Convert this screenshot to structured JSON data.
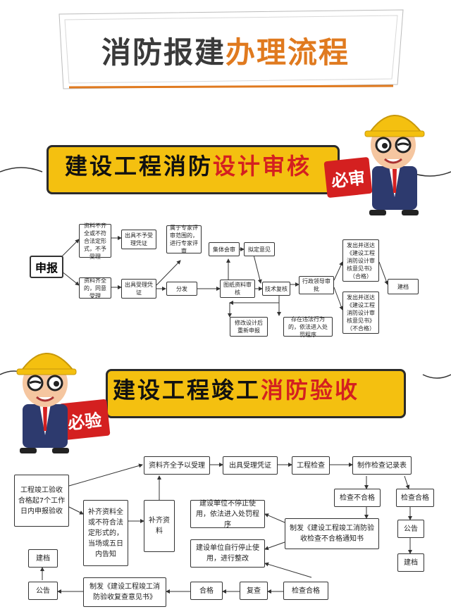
{
  "title": {
    "part1": "消防报建",
    "part2": "办理流程"
  },
  "section1": {
    "title_main": "建设工程消防",
    "title_highlight": "设计审核",
    "stamp": "必审",
    "apply": "申报",
    "nodes": {
      "incomplete": "资料不齐全或不符合法定形式，不予受理",
      "no_accept_cert": "出具不予受理凭证",
      "expert_review": "属于专家评审范围的，进行专家评审",
      "complete": "资料齐全的，同意受理",
      "accept_cert": "出具受理凭证",
      "distribute": "分发",
      "group_review": "集体会审",
      "draft_opinion": "拟定意见",
      "drawing_review": "图纸资料审核",
      "tech_review": "技术复核",
      "admin_approve": "行政领导审批",
      "issue_pass": "发出并送达《建设工程消防设计审核意见书》（合格）",
      "issue_fail": "发出并送达《建设工程消防设计审核意见书》（不合格）",
      "archive": "建档",
      "revise": "修改设计后重新申报",
      "violation": "存在违法行为的，依法进入处罚程序"
    }
  },
  "section2": {
    "title_main": "建设工程竣工",
    "title_highlight": "消防验收",
    "stamp": "必验",
    "nodes": {
      "apply": "工程竣工验收合格起7个工作日内申报验收",
      "supplement": "补齐资料全或不符合法定形式的，当场或五日内告知",
      "supplement_docs": "补齐资料",
      "accept": "资料齐全予以受理",
      "accept_cert": "出具受理凭证",
      "inspect": "工程检查",
      "record": "制作检查记录表",
      "fail": "检查不合格",
      "pass": "检查合格",
      "announce": "公告",
      "archive": "建档",
      "stop_punish": "建设单位不停止使用，依法进入处罚程序",
      "issue_fail_notice": "制发《建设工程竣工消防验收检查不合格通知书",
      "stop_fix": "建设单位自行停止使用，进行整改",
      "recheck": "复查",
      "recheck_pass": "检查合格",
      "qualified": "合格",
      "issue_opinion": "制发《建设工程竣工消防验收复查意见书》",
      "announce2": "公告",
      "archive2": "建档"
    }
  },
  "colors": {
    "band": "#f4c010",
    "accent": "#e07a1f",
    "stamp": "#d42020"
  }
}
